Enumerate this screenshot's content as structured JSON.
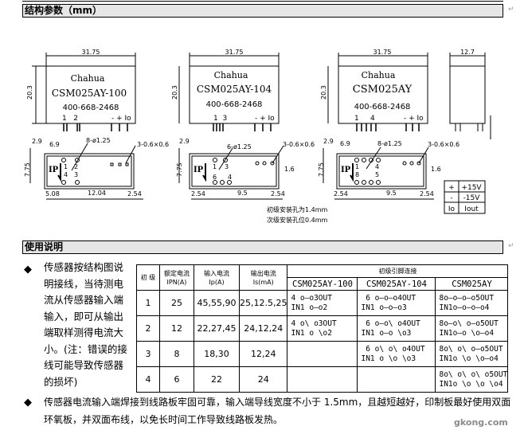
{
  "section1": {
    "title": "结构参数（mm）"
  },
  "drawings": {
    "brand": "Chahua",
    "phone": "400-668-2468",
    "width_dim": "31.75",
    "height_dim": "20.3",
    "side_width": "12.7",
    "views": [
      {
        "model": "CSM025AY-100",
        "pins": "1   2",
        "out": "- + Io",
        "d1": "2.9",
        "d2": "6.9",
        "holes": "8-ø1.25",
        "slot": "3-0.6×0.6",
        "h": "7.75",
        "left": "5.08",
        "mid": "12.04",
        "right": "2.54",
        "pinlabels": [
          "1",
          "2",
          "4",
          "3"
        ]
      },
      {
        "model": "CSM025AY-104",
        "pins": "1  3",
        "out": "- + Io",
        "d1": "2.9",
        "holes": "6-ø1.25",
        "slot": "3-0.6×0.6",
        "h": "7.75",
        "left": "2.54",
        "mid": "9.5",
        "right": "2.54",
        "step": "1.6",
        "pinlabels": [
          "1",
          "3",
          "6",
          "4"
        ]
      },
      {
        "model": "CSM025AY",
        "pins": "1     4",
        "out": "- + Io",
        "d1": "2.9",
        "d2": "6.9",
        "holes": "8-ø1.25",
        "slot": "3-0.6×0.6",
        "h": "7.75",
        "left": "2.54",
        "mid": "9.5",
        "right": "2.54",
        "step": "1.6",
        "pinlabels": [
          "1",
          "4",
          "8",
          "5"
        ]
      }
    ],
    "ip_label": "IP",
    "notes": [
      "初级安装孔为1.4mm",
      "次级安装孔位0.4mm"
    ],
    "pin_legend": [
      [
        "+",
        "+15V"
      ],
      [
        "-",
        "-15V"
      ],
      [
        "Io",
        "Iout"
      ]
    ]
  },
  "section2": {
    "title": "使用说明"
  },
  "instructions": {
    "para1": [
      "传感器按结构图说",
      "明接线，当待测电",
      "流从传感器输入端",
      "输入，即可从输出",
      "端取样测得电流大",
      "小。(注：错误的接",
      "线可能导致传感器",
      "的损坏)"
    ],
    "para2": [
      "传感器电流输入端焊接到线路板牢固可靠，输入端导线宽度不小于 1.5mm，且越短越好，印制板最好使用双面",
      "环氧板，并双面布线，以免长时间工作导致线路板发热。"
    ]
  },
  "table": {
    "headers": {
      "turns": "初 级",
      "ipn": [
        "额定电流",
        "IPN(A)"
      ],
      "ip": [
        "输入电流",
        "Ip(A)"
      ],
      "is": [
        "输出电流",
        "Is(mA)"
      ],
      "conn": "初级引脚连接",
      "models": [
        "CSM025AY-100",
        "CSM025AY-104",
        "CSM025AY"
      ]
    },
    "rows": [
      {
        "turns": "1",
        "ipn": "25",
        "ip": "45,55,90",
        "is": "25,12.5,25",
        "c100": "4 o—o3OUT\nIN1 o—o2",
        "c104": " 6 o—o—o4OUT\nIN1 o—o—o3",
        "c": "8o—o—o—o5OUT\nIN1o—o—o—o4"
      },
      {
        "turns": "2",
        "ipn": "12",
        "ip": "22,27,45",
        "is": "24,12,24",
        "c100": "4 o\\ o3OUT\nIN1 o \\o2",
        "c104": " 6 o—o\\ o4OUT\nIN1 o—o \\o3",
        "c": "8o—o\\ o—o5OUT\nIN1o—o \\o—o4"
      },
      {
        "turns": "3",
        "ipn": "8",
        "ip": "18,30",
        "is": "12,24",
        "c100": "",
        "c104": " 6 o\\ o\\ o4OUT\nIN1 o \\o \\o3",
        "c": "8o\\ o\\ o—o5OUT\nIN1o \\o \\o—o4"
      },
      {
        "turns": "4",
        "ipn": "6",
        "ip": "22",
        "is": "24",
        "c100": "",
        "c104": "",
        "c": "8o\\ o\\ o\\ o5OUT\nIN1o \\o \\o \\o4"
      }
    ]
  },
  "watermark": "gkong.com"
}
